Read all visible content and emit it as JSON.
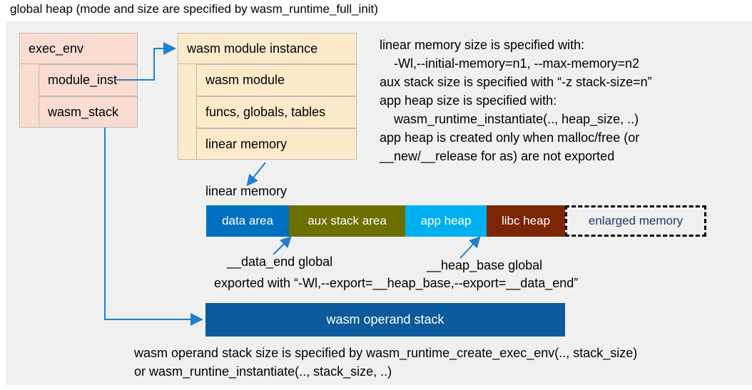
{
  "title": "global heap (mode and size are specified by wasm_runtime_full_init)",
  "colors": {
    "panel_bg": "#f0f0f0",
    "exec_env_fill": "#fadcd0",
    "module_inst_fill": "#fdeacb",
    "box_border": "#bfb9b0",
    "arrow": "#1f7fd0",
    "data_area": "#0070c0",
    "aux_stack_area": "#6b7000",
    "app_heap": "#00b0f0",
    "libc_heap": "#7b2504",
    "enlarged_memory_text": "#1f3864",
    "operand_stack": "#0a5a9c"
  },
  "exec_env_box": {
    "header": "exec_env",
    "rows": [
      {
        "label": "module_inst"
      },
      {
        "label": "wasm_stack"
      }
    ]
  },
  "module_instance_box": {
    "header": "wasm module instance",
    "rows": [
      {
        "label": "wasm module"
      },
      {
        "label": "funcs, globals, tables"
      },
      {
        "label": "linear memory"
      }
    ]
  },
  "notes": {
    "right_block": "linear memory size is specified with:\n    -Wl,--initial-memory=n1, --max-memory=n2\naux stack size is specified with “-z stack-size=n”\napp heap size is specified with:\n    wasm_runtime_instantiate(.., heap_size, ..)\napp heap is created only when malloc/free (or\n__new/__release for as) are not exported",
    "bottom_block": "wasm operand stack size is specified by wasm_runtime_create_exec_env(.., stack_size)\nor wasm_runtine_instantiate(.., stack_size, ..)"
  },
  "linear_memory": {
    "label": "linear memory",
    "segments": [
      {
        "label": "data area",
        "color": "#0070c0",
        "width": 116
      },
      {
        "label": "aux stack area",
        "color": "#6b7000",
        "width": 163
      },
      {
        "label": "app heap",
        "color": "#00b0f0",
        "width": 114
      },
      {
        "label": "libc heap",
        "color": "#7b2504",
        "width": 110
      },
      {
        "label": "enlarged memory",
        "color": "#f0f0f0",
        "width": 198
      }
    ]
  },
  "annotations": {
    "data_end": "__data_end global",
    "heap_base": "__heap_base global",
    "exported": "exported with “-Wl,--export=__heap_base,--export=__data_end”"
  },
  "operand_stack": {
    "label": "wasm operand stack"
  }
}
